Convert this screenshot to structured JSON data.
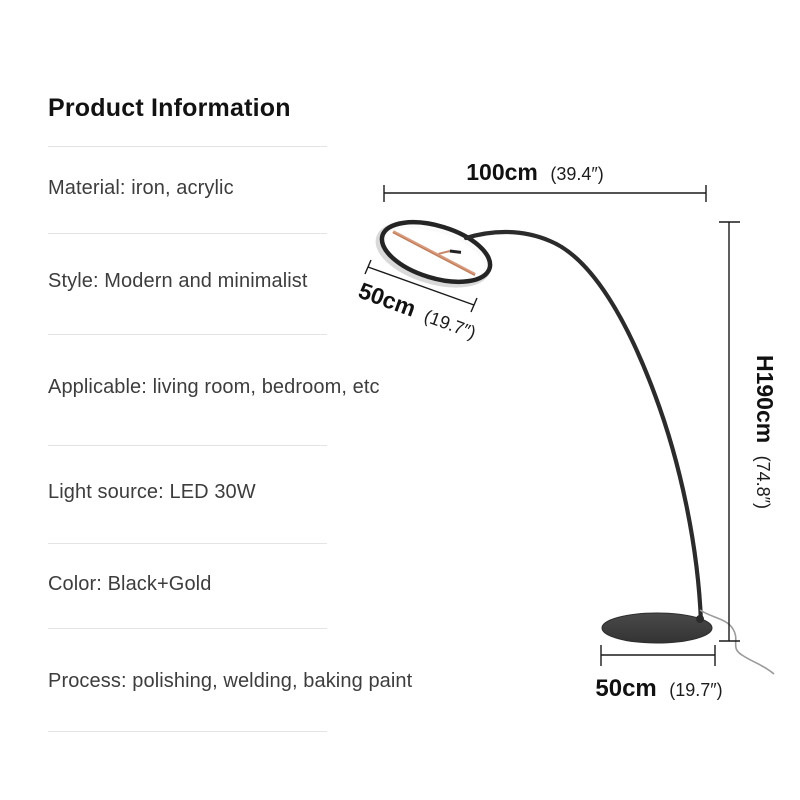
{
  "panel": {
    "title": "Product Information",
    "specs": [
      "Material: iron, acrylic",
      "Style: Modern and minimalist",
      "Applicable: living room, bedroom, etc",
      "Light source: LED 30W",
      "Color: Black+Gold",
      "Process: polishing, welding, baking paint"
    ]
  },
  "diagram": {
    "dim_top": {
      "cm": "100cm",
      "inch": "(39.4″)"
    },
    "dim_head": {
      "cm": "50cm",
      "inch": "(19.7″)"
    },
    "dim_height": {
      "cm": "H190cm",
      "inch": "(74.8″)"
    },
    "dim_base": {
      "cm": "50cm",
      "inch": "(19.7″)"
    },
    "colors": {
      "lamp_black": "#2b2b2b",
      "acrylic_edge": "#d9d9d9",
      "led_copper": "#c9886a",
      "base_gray": "#3f3f3f",
      "cord_gray": "#9b9b9b",
      "separator_gray": "#e4e4e4"
    }
  }
}
